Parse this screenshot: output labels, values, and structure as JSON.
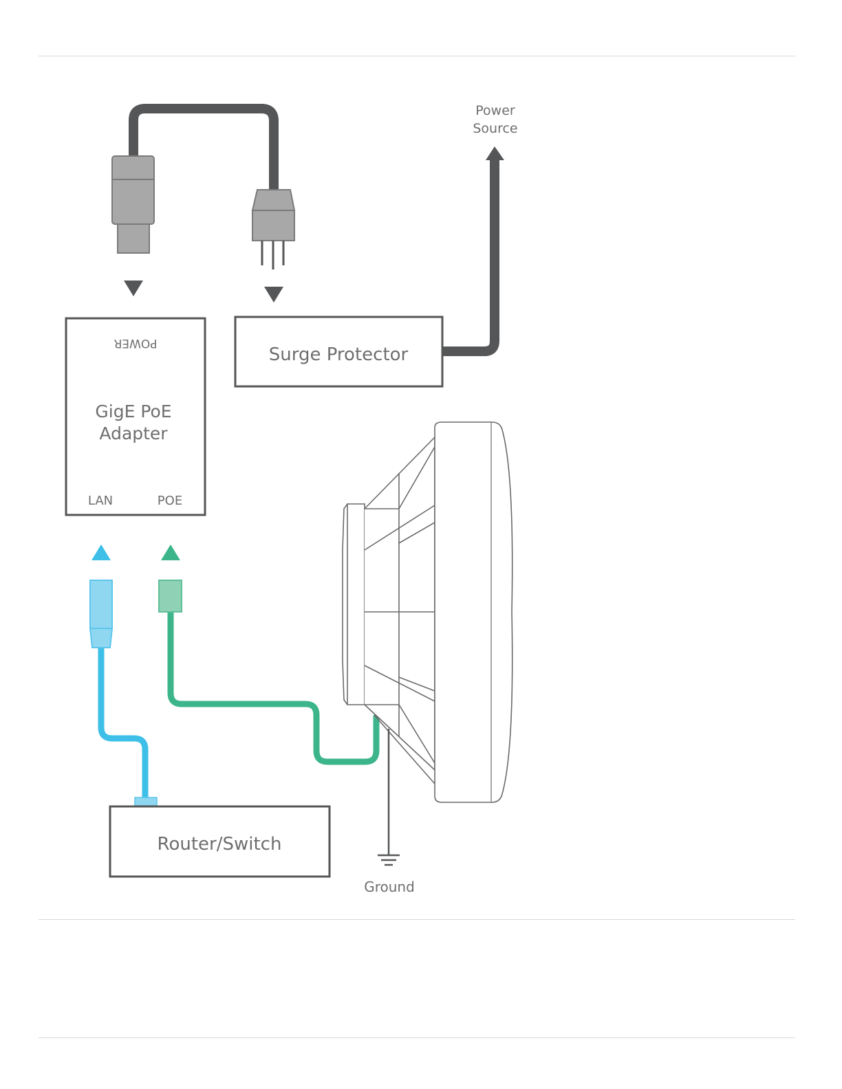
{
  "diagram": {
    "power_label": "POWER",
    "adapter_label_line1": "GigE PoE",
    "adapter_label_line2": "Adapter",
    "lan_label": "LAN",
    "poe_label": "POE",
    "surge_protector_label": "Surge Protector",
    "power_source_line1": "Power",
    "power_source_line2": "Source",
    "router_switch_label": "Router/Switch",
    "ground_label": "Ground"
  },
  "colors": {
    "cable_dark": "#545657",
    "plug_gray": "#a8a8a8",
    "lan_blue": "#3dbfe8",
    "lan_blue_light": "#8fd7f1",
    "poe_green": "#3cb58b",
    "poe_green_light": "#8fd1b5",
    "box_stroke": "#555555",
    "text_gray": "#6e6e6e"
  }
}
